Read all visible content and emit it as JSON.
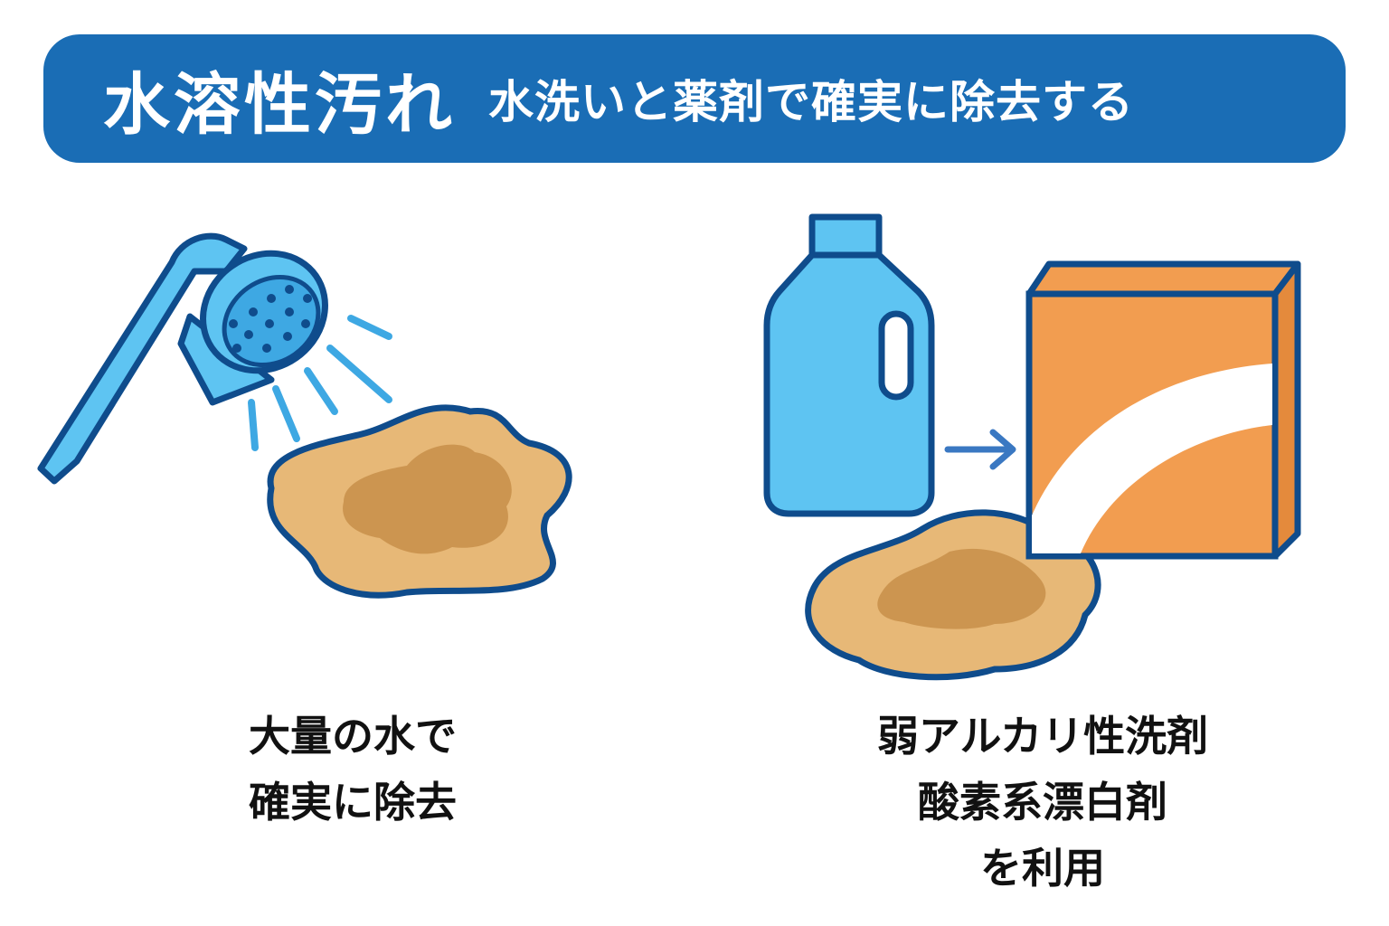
{
  "header": {
    "title": "水溶性汚れ",
    "subtitle": "水洗いと薬剤で確実に除去する"
  },
  "left_panel": {
    "icon": "shower-head-icon",
    "caption_lines": [
      "大量の水で",
      "確実に除去"
    ]
  },
  "right_panel": {
    "icons": [
      "detergent-bottle-icon",
      "arrow-right-icon",
      "powder-box-icon"
    ],
    "caption_lines": [
      "弱アルカリ性洗剤",
      "酸素系漂白剤",
      "を利用"
    ]
  },
  "colors": {
    "header_blue": "#1a6db5",
    "outline": "#0f4c8c",
    "light_blue": "#5ec4f2",
    "stain_light": "#e7b877",
    "stain_dark": "#cc9550",
    "box_orange": "#f29d50"
  }
}
